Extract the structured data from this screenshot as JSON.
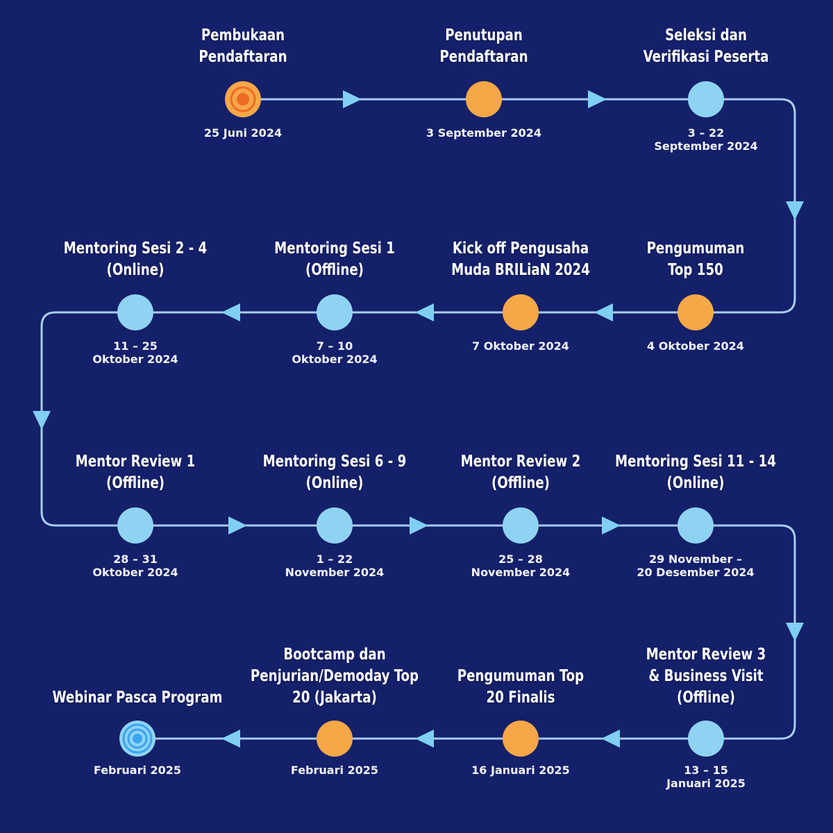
{
  "colors": {
    "background": "#14206a",
    "line": "#a9ccf0",
    "arrow": "#7fd0f4",
    "node_blue": "#8fd3f3",
    "node_orange": "#f6a747",
    "node_start_inner": "#ef6a24",
    "node_end_ring": "#3ba4ee"
  },
  "milestones": [
    {
      "id": "pembukaan",
      "title": [
        "Pembukaan",
        "Pendaftaran"
      ],
      "date": [
        "25 Juni 2024"
      ],
      "style": "start"
    },
    {
      "id": "penutupan",
      "title": [
        "Penutupan",
        "Pendaftaran"
      ],
      "date": [
        "3 September 2024"
      ],
      "style": "orange"
    },
    {
      "id": "seleksi",
      "title": [
        "Seleksi dan",
        "Verifikasi Peserta"
      ],
      "date": [
        "3 – 22",
        "September 2024"
      ],
      "style": "blue"
    },
    {
      "id": "top150",
      "title": [
        "Pengumuman",
        "Top 150"
      ],
      "date": [
        "4 Oktober 2024"
      ],
      "style": "orange"
    },
    {
      "id": "kickoff",
      "title": [
        "Kick off Pengusaha",
        "Muda BRILiaN 2024"
      ],
      "date": [
        "7 Oktober 2024"
      ],
      "style": "orange"
    },
    {
      "id": "mentoring1",
      "title": [
        "Mentoring Sesi 1",
        "(Offline)"
      ],
      "date": [
        "7 – 10",
        "Oktober 2024"
      ],
      "style": "blue"
    },
    {
      "id": "mentoring2-4",
      "title": [
        "Mentoring Sesi 2 - 4",
        "(Online)"
      ],
      "date": [
        "11 – 25",
        "Oktober 2024"
      ],
      "style": "blue"
    },
    {
      "id": "review1",
      "title": [
        "Mentor Review 1",
        "(Offline)"
      ],
      "date": [
        "28 – 31",
        "Oktober 2024"
      ],
      "style": "blue"
    },
    {
      "id": "mentoring6-9",
      "title": [
        "Mentoring Sesi 6 - 9",
        "(Online)"
      ],
      "date": [
        "1 – 22",
        "November 2024"
      ],
      "style": "blue"
    },
    {
      "id": "review2",
      "title": [
        "Mentor Review 2",
        "(Offline)"
      ],
      "date": [
        "25 – 28",
        "November 2024"
      ],
      "style": "blue"
    },
    {
      "id": "mentoring11-14",
      "title": [
        "Mentoring Sesi 11 - 14",
        "(Online)"
      ],
      "date": [
        "29 November –",
        "20 Desember 2024"
      ],
      "style": "blue"
    },
    {
      "id": "review3",
      "title": [
        "Mentor Review 3",
        "& Business Visit",
        "(Offline)"
      ],
      "date": [
        "13 – 15",
        "Januari 2025"
      ],
      "style": "blue"
    },
    {
      "id": "top20",
      "title": [
        "Pengumuman Top",
        "20 Finalis"
      ],
      "date": [
        "16 Januari 2025"
      ],
      "style": "orange"
    },
    {
      "id": "bootcamp",
      "title": [
        "Bootcamp dan",
        "Penjurian/Demoday Top",
        "20 (Jakarta)"
      ],
      "date": [
        "Februari 2025"
      ],
      "style": "orange"
    },
    {
      "id": "webinar",
      "title": [
        "Webinar Pasca Program"
      ],
      "date": [
        "Februari 2025"
      ],
      "style": "end"
    }
  ]
}
